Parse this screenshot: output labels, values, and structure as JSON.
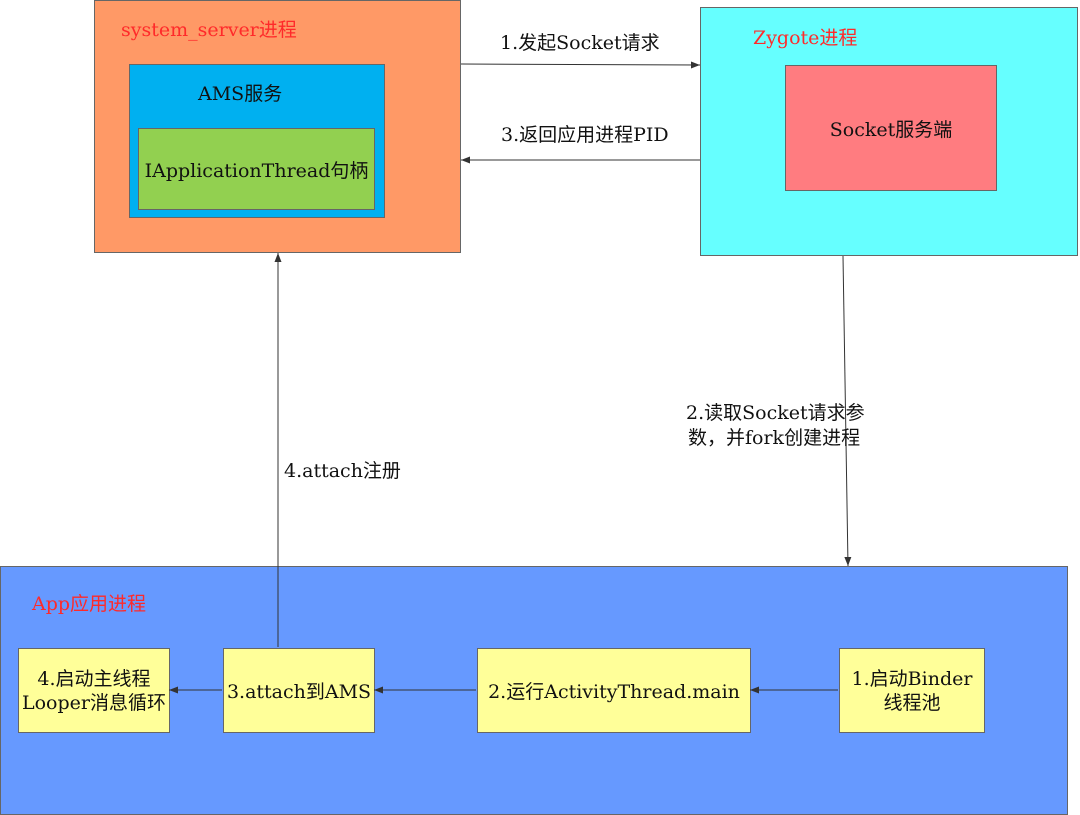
{
  "system_server": {
    "title": "system_server进程",
    "fill": "#ff9966",
    "ams": {
      "title": "AMS服务",
      "fill": "#00b0f0",
      "handle": {
        "label": "IApplicationThread句柄",
        "fill": "#92d050"
      }
    }
  },
  "zygote": {
    "title": "Zygote进程",
    "fill": "#66ffff",
    "socket_server": {
      "label": "Socket服务端",
      "fill": "#ff7c80"
    }
  },
  "app_process": {
    "title": "App应用进程",
    "fill": "#6699ff",
    "steps": [
      {
        "line1": "1.启动Binder",
        "line2": "线程池"
      },
      {
        "line1": "2.运行ActivityThread.main",
        "line2": ""
      },
      {
        "line1": "3.attach到AMS",
        "line2": ""
      },
      {
        "line1": "4.启动主线程",
        "line2": "Looper消息循环"
      }
    ],
    "step_fill": "#ffff99"
  },
  "edges": {
    "socket_request": "1.发起Socket请求",
    "return_pid": "3.返回应用进程PID",
    "read_fork_line1": "2.读取Socket请求参",
    "read_fork_line2": "数，并fork创建进程",
    "attach_register": "4.attach注册"
  },
  "colors": {
    "title_red": "#ff2a2a",
    "arrow": "#333333"
  }
}
